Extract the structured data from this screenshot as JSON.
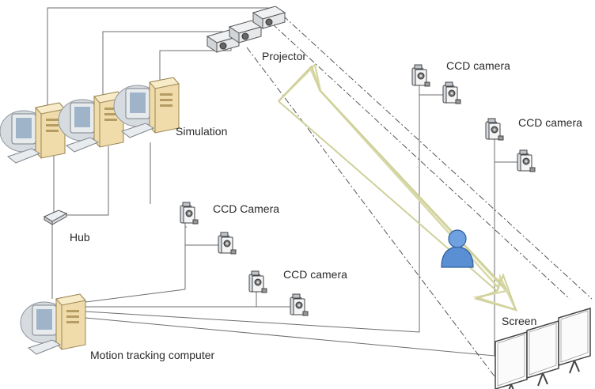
{
  "labels": {
    "projector": "Projector",
    "simulation": "Simulation",
    "hub": "Hub",
    "motion_tracking_computer": "Motion tracking computer",
    "screen": "Screen",
    "ccd_camera_top_1": "CCD camera",
    "ccd_camera_top_2": "CCD camera",
    "ccd_camera_left": "CCD Camera",
    "ccd_camera_bottom": "CCD camera"
  },
  "colors": {
    "line": "#6e6e6e",
    "dashed": "#555555",
    "arrow_outline": "#d8d9a8",
    "person": "#5b8fd3",
    "computer_case": "#e6d3a0",
    "monitor": "#d9dde2"
  },
  "icons": [
    "computer-icon",
    "projector-icon",
    "ccd-camera-icon",
    "hub-icon",
    "screen-panel-icon",
    "person-icon",
    "light-beam-arrow-icon"
  ]
}
